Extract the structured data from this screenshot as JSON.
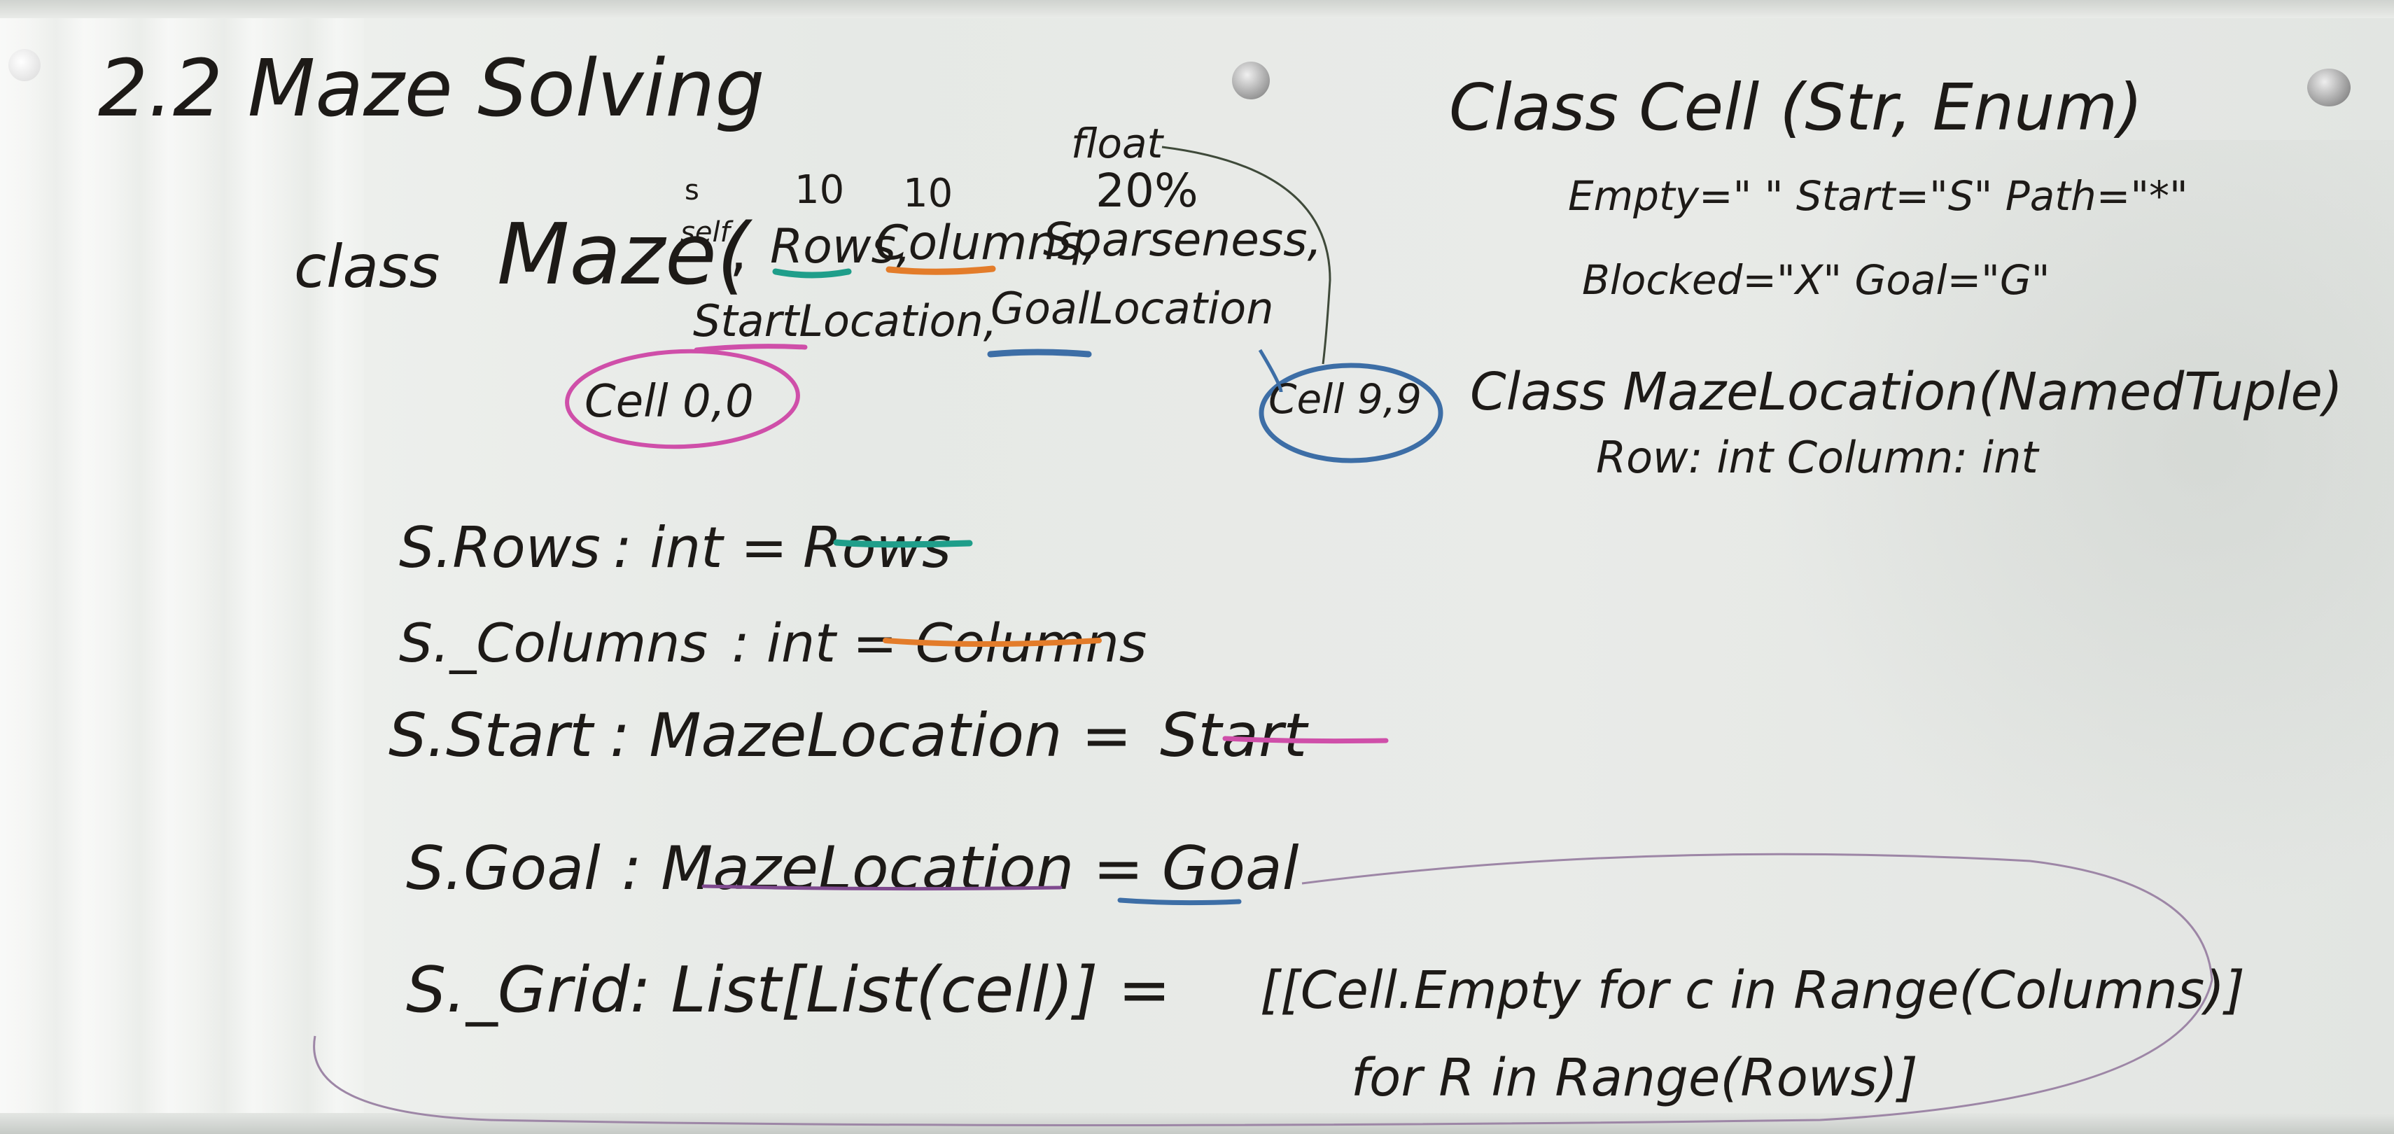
{
  "board": {
    "heading": "2.2 Maze Solving",
    "maze_class": {
      "keyword": "class",
      "name": "Maze(",
      "arg_self_note": "s",
      "arg_self": "self",
      "arg_rows_note": "10",
      "arg_rows": "Rows,",
      "arg_columns_note": "10",
      "arg_columns": "Columns,",
      "arg_sparseness_note_1": "float",
      "arg_sparseness_note_2": "20%",
      "arg_sparseness": "Sparseness,",
      "arg_start": "StartLocation,",
      "arg_goal": "GoalLocation",
      "start_bubble": "Cell 0,0",
      "goal_bubble": "Cell 9,9"
    },
    "assignments": [
      {
        "prefix": "S.",
        "name": "Rows",
        "type": ": int =",
        "value": "Rows"
      },
      {
        "prefix": "S._",
        "name": "Columns",
        "type": ": int =",
        "value": "Columns"
      },
      {
        "prefix": "S.",
        "name": "Start",
        "type": ": MazeLocation =",
        "value": "Start"
      },
      {
        "prefix": "S.",
        "name": "Goal",
        "type": ": MazeLocation =",
        "value": "Goal"
      }
    ],
    "grid_line": {
      "lhs": "S._Grid: List[List(cell)] =",
      "rhs_1": "[[Cell.Empty for c in Range(Columns)]",
      "rhs_2": "for R in Range(Rows)]"
    },
    "cell_class": {
      "title": "Class Cell (Str, Enum)",
      "line_1": "Empty=\" \" Start=\"S\" Path=\"*\"",
      "line_2": "Blocked=\"X\" Goal=\"G\""
    },
    "location_class": {
      "title": "Class MazeLocation(NamedTuple)",
      "fields": "Row: int Column: int"
    }
  },
  "colors": {
    "ink": "#1d1a17",
    "teal": "#1f9e8a",
    "orange": "#e37c2a",
    "pink": "#cf4fa9",
    "blue": "#3d6ea6",
    "purple": "#7f4a8f"
  }
}
